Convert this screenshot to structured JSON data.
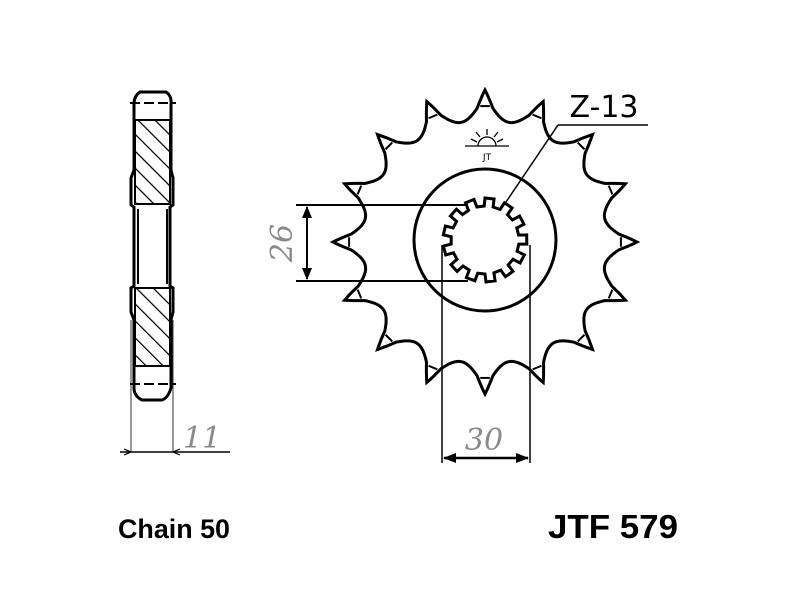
{
  "sprocket": {
    "teeth_label": "Z-13",
    "logo_text": "JT",
    "sprocket_teeth": 16,
    "spline_teeth": 13
  },
  "dimensions": {
    "inner_diameter": "26",
    "spline_diameter": "30",
    "thickness": "11"
  },
  "labels": {
    "chain": "Chain 50",
    "part_number": "JTF 579"
  },
  "colors": {
    "line": "#000000",
    "dimension_text": "#8a8a8a"
  }
}
